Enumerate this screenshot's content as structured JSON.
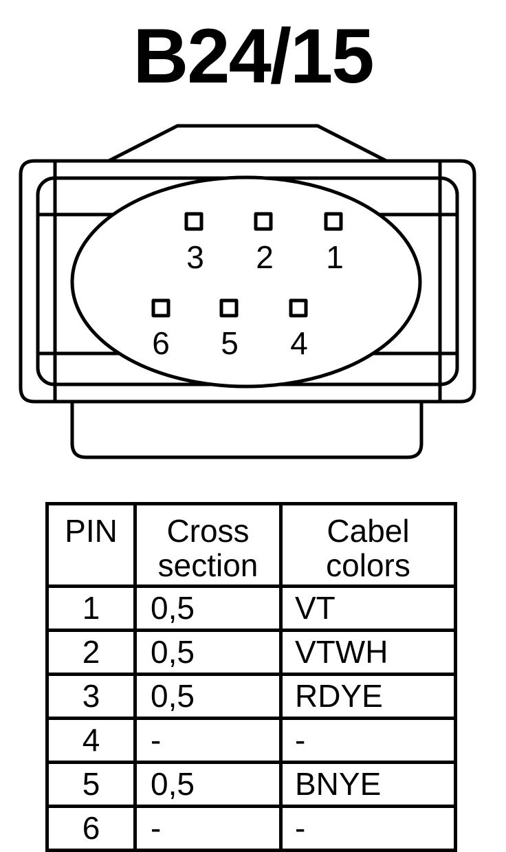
{
  "title": "B24/15",
  "connector": {
    "pins": [
      {
        "id": "1",
        "label": "1"
      },
      {
        "id": "2",
        "label": "2"
      },
      {
        "id": "3",
        "label": "3"
      },
      {
        "id": "4",
        "label": "4"
      },
      {
        "id": "5",
        "label": "5"
      },
      {
        "id": "6",
        "label": "6"
      }
    ]
  },
  "table": {
    "headers": {
      "pin": "PIN",
      "cross_line1": "Cross",
      "cross_line2": "section",
      "color_line1": "Cabel",
      "color_line2": "colors"
    },
    "rows": [
      {
        "pin": "1",
        "cross": "0,5",
        "color": "VT"
      },
      {
        "pin": "2",
        "cross": "0,5",
        "color": "VTWH"
      },
      {
        "pin": "3",
        "cross": "0,5",
        "color": "RDYE"
      },
      {
        "pin": "4",
        "cross": "-",
        "color": "-"
      },
      {
        "pin": "5",
        "cross": "0,5",
        "color": "BNYE"
      },
      {
        "pin": "6",
        "cross": "-",
        "color": "-"
      }
    ]
  }
}
